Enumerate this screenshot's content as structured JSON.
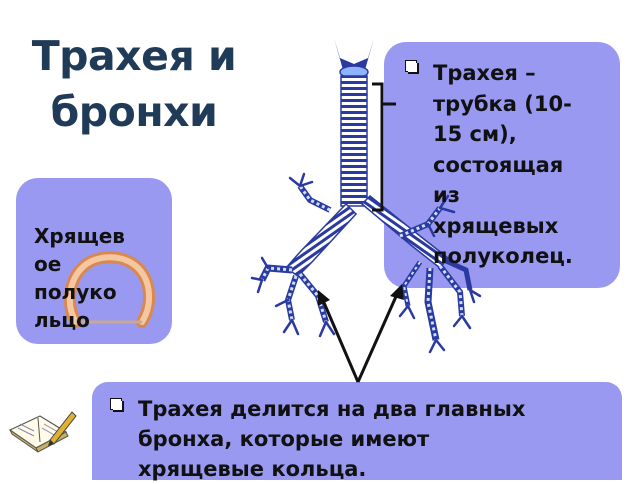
{
  "title": {
    "line1": "Трахея и",
    "line2": "бронхи"
  },
  "right_box": {
    "lines": [
      "Трахея –",
      "трубка (10-",
      "15 см),",
      "состоящая",
      "из",
      "хрящевых",
      "полуколец."
    ]
  },
  "left_box": {
    "lines": [
      "Хрящев",
      "ое",
      "полуко",
      "льцо"
    ]
  },
  "bottom_box": {
    "lines": [
      "Трахея делится на два главных",
      "бронха, которые имеют",
      "хрящевые кольца."
    ]
  },
  "icons": {
    "bullet": "square-bullet-icon",
    "book": "open-book-pencil-icon",
    "trachea": "trachea-bronchi-illustration",
    "ring": "cartilage-ring-illustration"
  },
  "colors": {
    "box_fill": "#9999f2",
    "title": "#1f3b57",
    "ring": "#e8a070"
  }
}
